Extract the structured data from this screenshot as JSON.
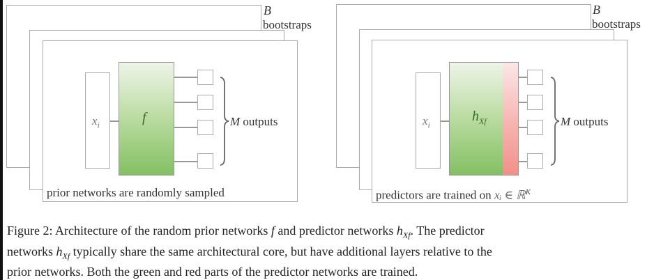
{
  "panels": [
    {
      "id": "prior",
      "bootstraps_symbol": "B",
      "bootstraps_label": "bootstraps",
      "input_symbol": "x",
      "input_subscript": "i",
      "network_symbol": "f",
      "network_subscript": "",
      "outputs_symbol": "M",
      "outputs_label": "outputs",
      "footer_text": "prior networks are randomly sampled",
      "footer_math": ""
    },
    {
      "id": "predictor",
      "bootstraps_symbol": "B",
      "bootstraps_label": "bootstraps",
      "input_symbol": "x",
      "input_subscript": "i",
      "network_symbol": "h",
      "network_subscript": "Xf",
      "outputs_symbol": "M",
      "outputs_label": "outputs",
      "footer_text": "predictors are trained on ",
      "footer_math": "xᵢ ∈ ℝ",
      "footer_math_sup": "K"
    }
  ],
  "colors": {
    "green_top": "#eef5e8",
    "green_bottom": "#84c063",
    "red_top": "#fbe7e7",
    "red_bottom": "#f19088",
    "frame": "#aaaaaa"
  },
  "caption": {
    "line1_a": "Figure 2: Architecture of the random prior networks ",
    "line1_f": "f",
    "line1_b": " and predictor networks ",
    "line1_h": "h",
    "line1_hsub": "Xf",
    "line1_c": ". The predictor",
    "line2_a": "networks ",
    "line2_h": "h",
    "line2_hsub": "Xf",
    "line2_b": " typically share the same architectural core, but have additional layers relative to the",
    "line3": "prior networks. Both the green and red parts of the predictor networks are trained."
  }
}
